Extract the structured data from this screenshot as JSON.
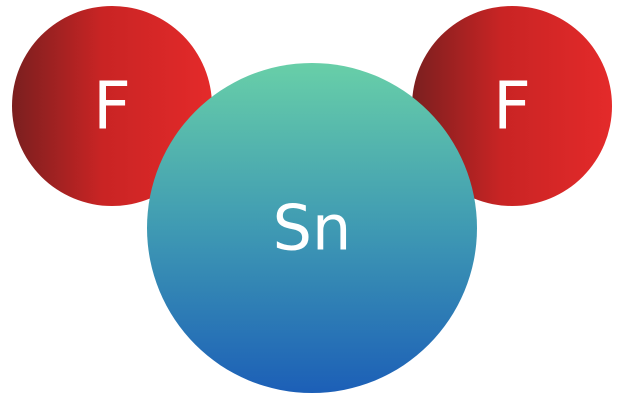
{
  "molecule": {
    "atoms": [
      {
        "id": "f-left",
        "symbol": "F",
        "color_dark": "#7a1f1f",
        "color_light": "#e42a2a"
      },
      {
        "id": "f-right",
        "symbol": "F",
        "color_dark": "#7a1f1f",
        "color_light": "#e42a2a"
      },
      {
        "id": "sn-center",
        "symbol": "Sn",
        "color_top": "#68cfa8",
        "color_bottom": "#1c5fb7"
      }
    ]
  }
}
